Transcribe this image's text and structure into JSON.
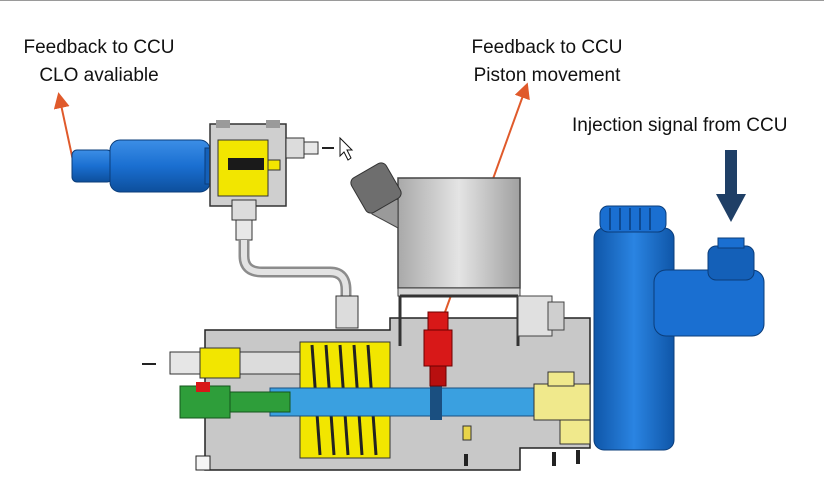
{
  "labels": {
    "clo_feedback": {
      "line1": "Feedback to CCU",
      "line2": "CLO avaliable"
    },
    "piston_feedback": {
      "line1": "Feedback to CCU",
      "line2": "Piston movement"
    },
    "injection_signal": "Injection signal from CCU"
  },
  "colors": {
    "feedback_arrow": "#e05a2b",
    "signal_arrow": "#1f3f66",
    "solenoid_blue": "#1a6fd1",
    "housing_grey": "#c8c8c8",
    "spool_blue": "#3aa0e0",
    "yellow": "#f2e600",
    "sensor_red": "#d81818",
    "valve_green": "#2e9e3a"
  },
  "icons": [
    "cursor-icon"
  ]
}
